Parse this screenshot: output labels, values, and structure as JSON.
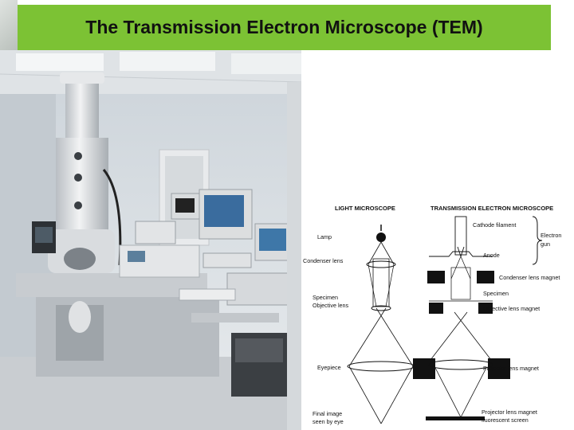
{
  "slide": {
    "title": "The Transmission Electron Microscope (TEM)"
  },
  "diagram": {
    "light_header": "LIGHT MICROSCOPE",
    "tem_header": "TRANSMISSION ELECTRON MICROSCOPE",
    "light_labels": {
      "lamp": "Lamp",
      "condenser": "Condenser lens",
      "specimen": "Specimen",
      "objective": "Objective lens",
      "eyepiece": "Eyepiece",
      "final_line1": "Final image",
      "final_line2": "seen by eye"
    },
    "tem_labels": {
      "cathode": "Cathode filament",
      "anode": "Anode",
      "electron_gun_line1": "Electron",
      "electron_gun_line2": "gun",
      "condenser_magnet": "Condenser lens magnet",
      "specimen": "Specimen",
      "objective_magnet": "Objective lens magnet",
      "projector_magnet": "Projector lens magnet",
      "projector_magnet_2": "Projector lens magnet",
      "screen": "fluorescent screen"
    }
  },
  "colors": {
    "title_bg": "#7cc234"
  }
}
